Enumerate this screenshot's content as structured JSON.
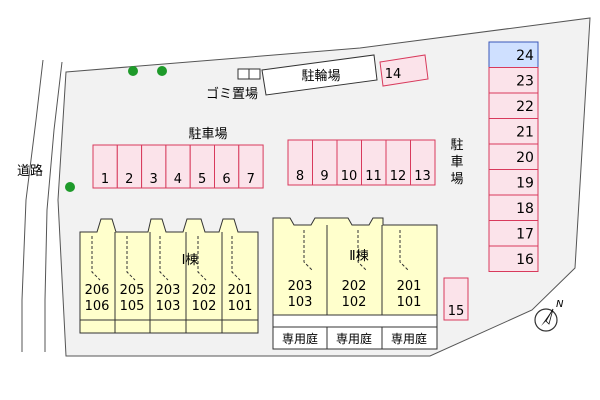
{
  "road": {
    "label": "道路"
  },
  "garbage": {
    "label": "ゴミ置場"
  },
  "bicycle_parking": {
    "label": "駐輪場"
  },
  "parking_top": {
    "label": "駐車場",
    "spaces": [
      "1",
      "2",
      "3",
      "4",
      "5",
      "6",
      "7"
    ]
  },
  "parking_mid": {
    "spaces": [
      "8",
      "9",
      "10",
      "11",
      "12",
      "13"
    ]
  },
  "parking_right": {
    "label": "駐車場",
    "spaces": [
      "24",
      "23",
      "22",
      "21",
      "20",
      "19",
      "18",
      "17",
      "16"
    ]
  },
  "space_14": "14",
  "space_15": "15",
  "building_1": {
    "label": "Ⅰ棟",
    "units": [
      {
        "upper": "206",
        "lower": "106"
      },
      {
        "upper": "205",
        "lower": "105"
      },
      {
        "upper": "203",
        "lower": "103"
      },
      {
        "upper": "202",
        "lower": "102"
      },
      {
        "upper": "201",
        "lower": "101"
      }
    ]
  },
  "building_2": {
    "label": "Ⅱ棟",
    "units": [
      {
        "upper": "203",
        "lower": "103"
      },
      {
        "upper": "202",
        "lower": "102"
      },
      {
        "upper": "201",
        "lower": "101"
      }
    ],
    "garden_label": "専用庭"
  },
  "compass": {
    "label": "N"
  },
  "colors": {
    "site": "#f2f2f2",
    "parking_fill": "#fbe3ea",
    "parking_stroke": "#d83a5c",
    "building_fill": "#ffffcc",
    "highlight_fill": "#cfe0ff",
    "highlight_stroke": "#3a57b8",
    "tree": "#1e9a2a"
  }
}
